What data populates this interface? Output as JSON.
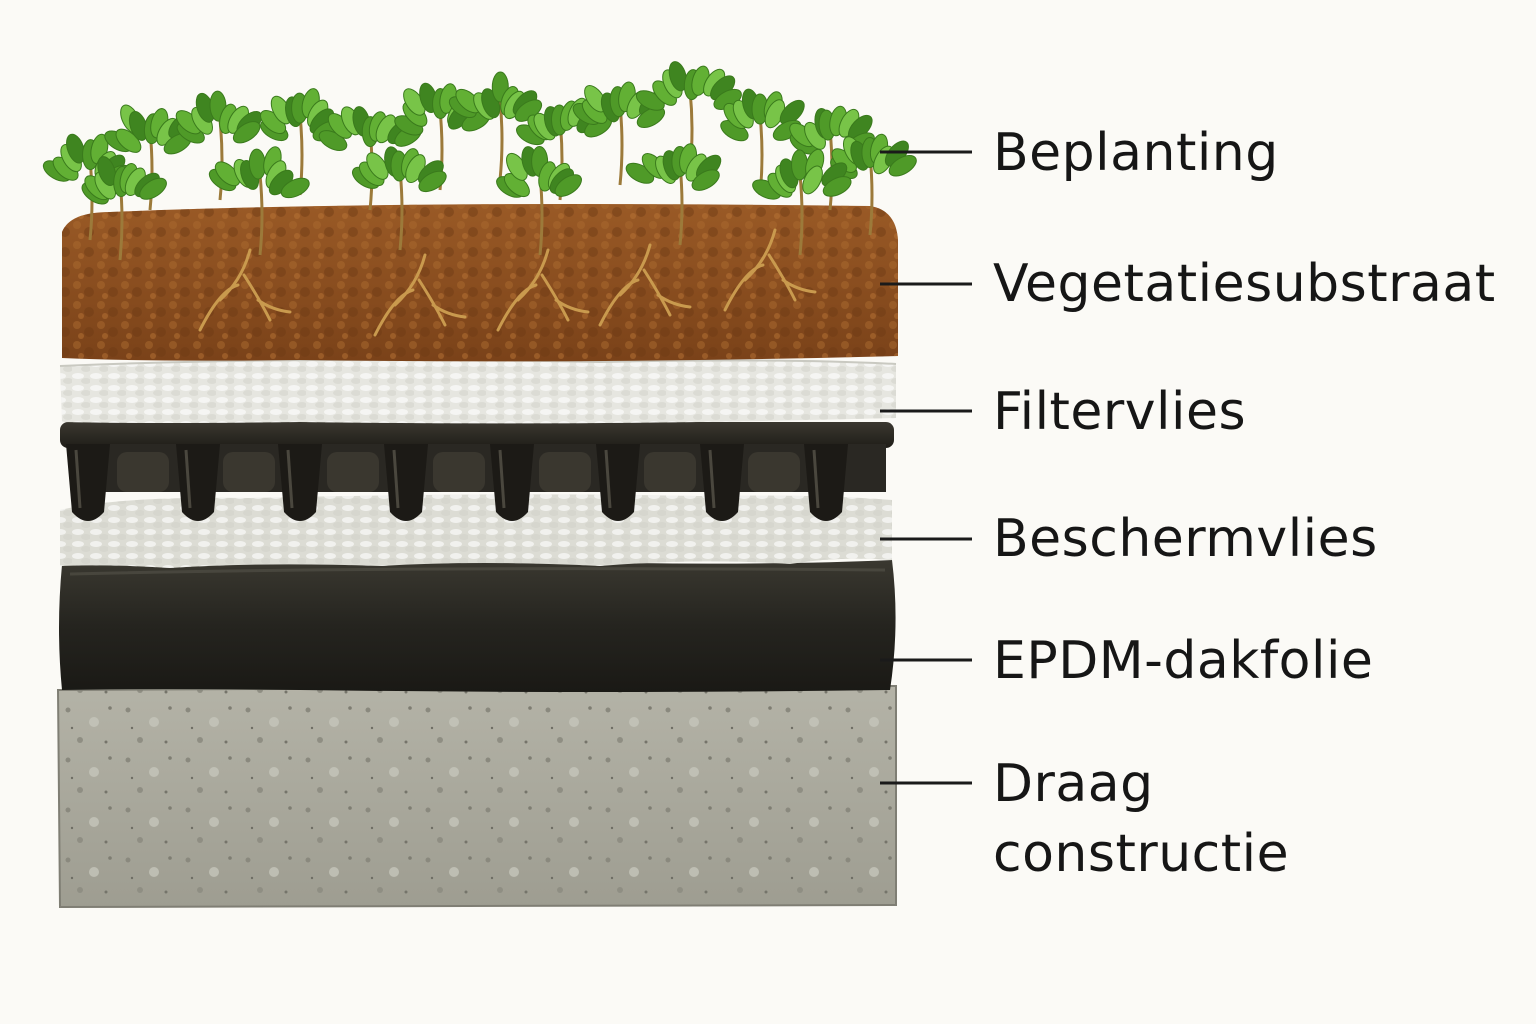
{
  "layers": [
    {
      "label": "Beplanting",
      "color": "#5fa832",
      "icon": "plant-foliage"
    },
    {
      "label": "Vegetatiesubstraat",
      "color": "#8b4f22",
      "icon": "soil-substrate"
    },
    {
      "label": "Filtervlies",
      "color": "#e6e6e0",
      "icon": "filter-fleece"
    },
    {
      "label": "Beschermvlies",
      "color": "#dcdcd4",
      "icon": "protection-fleece"
    },
    {
      "label": "EPDM-dakfolie",
      "color": "#2b2a25",
      "icon": "epdm-membrane"
    },
    {
      "label": "Draag constructie",
      "label_lines": [
        "Draag",
        "constructie"
      ],
      "color": "#a6a599",
      "icon": "concrete-deck"
    }
  ],
  "drainage_layer": {
    "color": "#2e2b25",
    "icon": "drainage-cups"
  }
}
